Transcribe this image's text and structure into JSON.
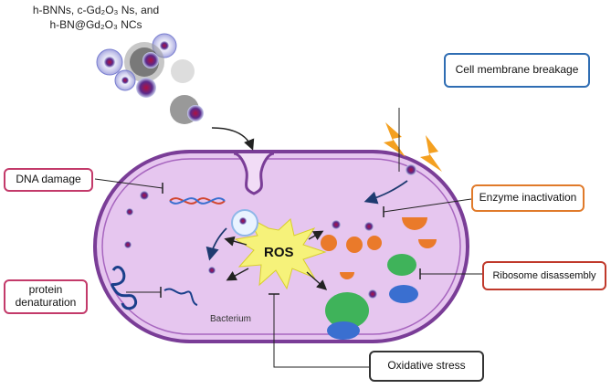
{
  "title": {
    "line1": "h-BNNs, c-Gd₂O₃ Ns, and",
    "line2": "h-BN@Gd₂O₃ NCs"
  },
  "labels": {
    "dna_damage": "DNA damage",
    "protein_denaturation": "protein denaturation",
    "cell_membrane_breakage": "Cell membrane breakage",
    "enzyme_inactivation": "Enzyme inactivation",
    "ribosome_disassembly": "Ribosome disassembly",
    "oxidative_stress": "Oxidative stress",
    "ros": "ROS",
    "bacterium": "Bacterium"
  },
  "colors": {
    "cell_fill": "#e6c6ef",
    "cell_border": "#7a3d97",
    "dna_damage_border": "#c33a6a",
    "protein_border": "#c33a6a",
    "membrane_border": "#2f6db3",
    "enzyme_border": "#e07a2a",
    "ribosome_border": "#c0392b",
    "oxidative_border": "#333333",
    "ros_fill": "#f6f27a",
    "lightning": "#f4a020",
    "enzyme_orange": "#ea7a2a",
    "ribosome_green": "#3fb35a",
    "ribosome_blue": "#3a6fd0"
  }
}
